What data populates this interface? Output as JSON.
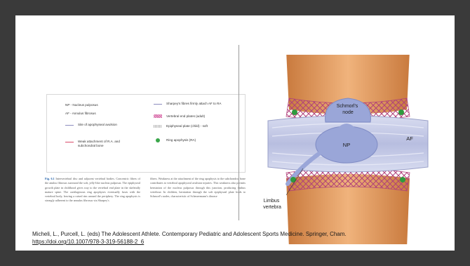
{
  "book_legend": {
    "left_items": [
      {
        "abbr_text": "NP - Nucleus pulposus"
      },
      {
        "abbr_text": "AF - Annulus fibrosus"
      },
      {
        "line_text": "Site of apophyseal avulsion"
      },
      {
        "line_text": "Weak attachment of R.A. and subchondral bone"
      }
    ],
    "right_items": [
      {
        "text": "Sharpey's fibres firmly attach AF to RA"
      },
      {
        "text": "Vertebral end plates (adult)"
      },
      {
        "text": "Epiphyseal plate (child) - soft"
      },
      {
        "text": "Ring apophysis (RA)"
      }
    ],
    "colors": {
      "avulsion": "#8c8cbf",
      "weak": "#d94b6a",
      "sharpey": "#8c8cbf",
      "endplate": "#d25ba0",
      "epiphyseal": "#b0b0b0",
      "ring": "#3aa64a"
    }
  },
  "book_caption": {
    "label": "Fig. 6.1",
    "col1": "Intervertebral disc and adjacent vertebral bodies. Concentric fibers of the anulus fibrosus surround the soft, jelly-like nucleus pulposus. The epiphyseal growth plate in childhood gives way to the vertebral end plate in the skeletally mature spine. The cartilaginous ring apophyses eventually fuses with the vertebral body, leaving a raised rim around the periphery. The ring apophysis is strongly adherent to the annulus fibrosus via Sharpey's",
    "col2": "fibers. Weakness at the attachment of the ring apophysis to the subchondral bone contributes to vertebral apophyseal avulsion injuries. This weakness also permits herniation of the nucleus pulposus through this junction, producing limbus vertebrae. In children, herniation through the soft epiphyseal plate leads to Schmorl's nodes, characteristic of Scheuermann's disease"
  },
  "figure": {
    "schmorl_label": "Schmorl's node",
    "np_label": "NP",
    "af_label": "AF",
    "limbus_label": "Limbus vertebra",
    "colors": {
      "bone": "#e8a468",
      "bone_dark": "#c97a3e",
      "disc": "#c9cde8",
      "np": "#9aa6d8",
      "hatch": "#b0407a",
      "ring": "#2e9a3e"
    }
  },
  "citation": {
    "line1": "Micheli, L., Purcell, L. (eds) The Adolescent Athlete. Contemporary Pediatric and Adolescent Sports Medicine. Springer, Cham.",
    "link": "https://doi.org/10.1007/978-3-319-56188-2_6"
  }
}
